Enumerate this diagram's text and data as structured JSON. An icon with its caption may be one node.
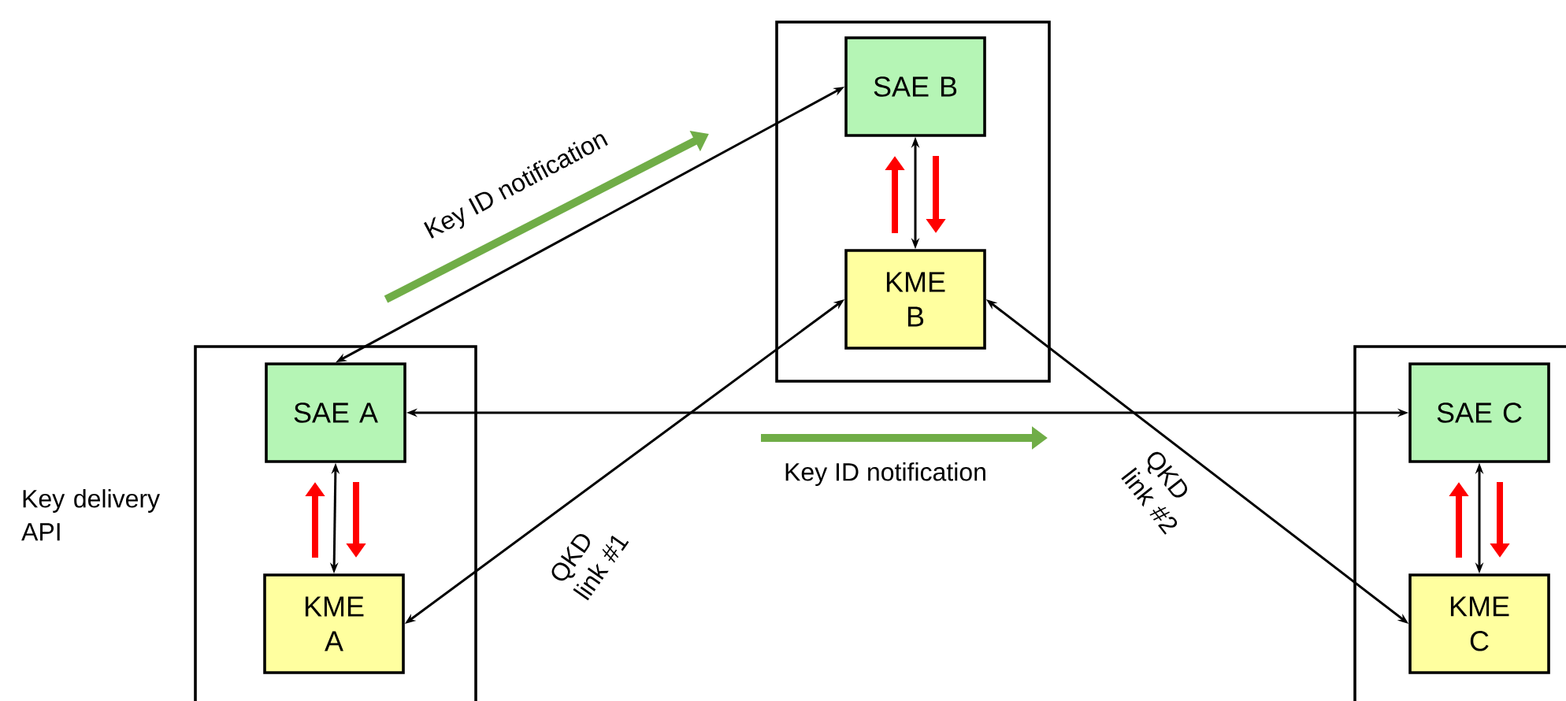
{
  "diagram": {
    "nodes": [
      {
        "text": [],
        "shape": "box"
      },
      {
        "text": [
          "SAE A"
        ],
        "in": 0
      },
      {
        "text": [
          "KME A"
        ],
        "in": 0
      },
      {
        "text": [],
        "shape": "box"
      },
      {
        "text": [
          "SAE B"
        ],
        "in": 3
      },
      {
        "text": [
          "KME B"
        ],
        "in": 3
      },
      {
        "text": [],
        "shape": "box"
      },
      {
        "text": [
          "SAE C"
        ],
        "in": 6
      },
      {
        "text": [
          "KME C"
        ],
        "in": 6
      }
    ],
    "edges": [
      {
        "from": 1,
        "to": 4,
        "arrow": "both"
      },
      {
        "from": 4,
        "to": 5,
        "arrow": "both"
      },
      {
        "from": 1,
        "to": 7,
        "arrow": "both"
      },
      {
        "from": 1,
        "to": 2,
        "arrow": "both"
      },
      {
        "from": 2,
        "to": 5,
        "arrow": "both",
        "label": "QKD link #1"
      },
      {
        "from": 5,
        "to": 8,
        "arrow": "both",
        "label": "QKD link #2"
      },
      {
        "from": 7,
        "to": 8,
        "arrow": "both"
      }
    ],
    "labels": [
      "Key ID notification",
      "Key ID notification",
      "Key delivery API"
    ]
  }
}
